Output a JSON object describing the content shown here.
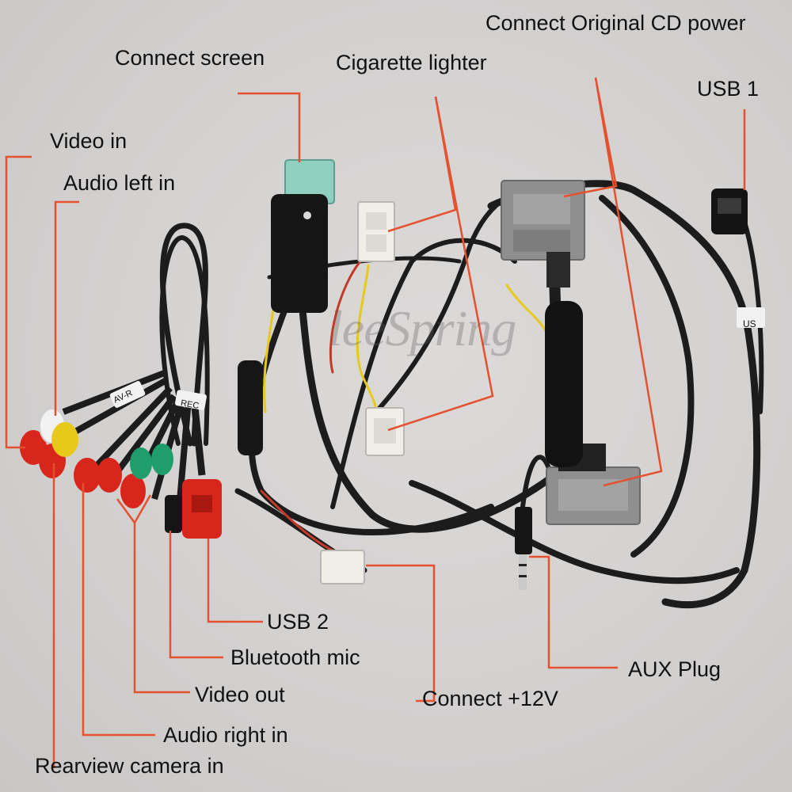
{
  "labels": {
    "connect_original_cd_power": "Connect Original CD power",
    "connect_screen": "Connect screen",
    "cigarette_lighter": "Cigarette lighter",
    "usb1": "USB 1",
    "video_in": "Video in",
    "audio_left_in": "Audio left in",
    "usb2": "USB 2",
    "bluetooth_mic": "Bluetooth mic",
    "video_out": "Video out",
    "connect_12v": "Connect +12V",
    "aux_plug": "AUX Plug",
    "audio_right_in": "Audio right in",
    "rearview_camera_in": "Rearview camera in"
  },
  "watermark": "leeSpring",
  "cable_tags": {
    "av_r": "AV-R",
    "rec": "REC",
    "us": "US"
  },
  "colors": {
    "background": "#d5d3d2",
    "leader_line": "#e5502f",
    "cable": "#1c1c1c",
    "connector_grey": "#8f8f8f",
    "connector_teal": "#8fcfc0",
    "connector_white": "#f0eee9",
    "rca_red": "#d9261c",
    "rca_yellow": "#e8c81a",
    "rca_green": "#1f9d6a",
    "rca_white": "#f2f2f2"
  }
}
